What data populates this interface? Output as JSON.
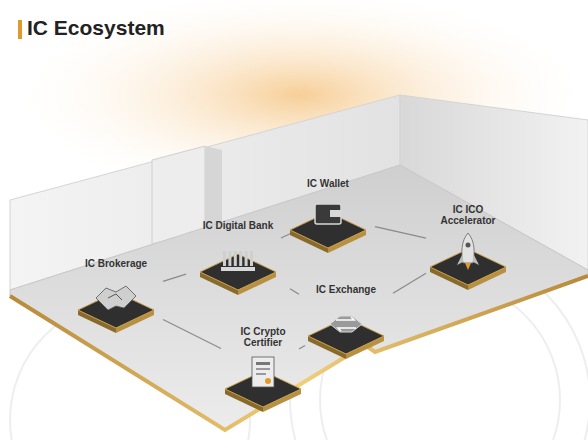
{
  "diagram": {
    "title": "IC Ecosystem",
    "nodes": [
      {
        "text": [
          "IC Wallet"
        ]
      },
      {
        "text": [
          "IC Digital Bank"
        ]
      },
      {
        "text": [
          "IC ICO Accelerator"
        ]
      },
      {
        "text": [
          "IC Brokerage"
        ]
      },
      {
        "text": [
          "IC Exchange"
        ]
      },
      {
        "text": [
          "IC Crypto Certifier"
        ]
      }
    ],
    "edges": [
      {
        "from": 1,
        "to": 0,
        "arrow": "none"
      },
      {
        "from": 0,
        "to": 2,
        "arrow": "none"
      },
      {
        "from": 3,
        "to": 1,
        "arrow": "none"
      },
      {
        "from": 1,
        "to": 4,
        "arrow": "none"
      },
      {
        "from": 4,
        "to": 2,
        "arrow": "none"
      },
      {
        "from": 3,
        "to": 5,
        "arrow": "none"
      },
      {
        "from": 4,
        "to": 5,
        "arrow": "none"
      }
    ]
  }
}
